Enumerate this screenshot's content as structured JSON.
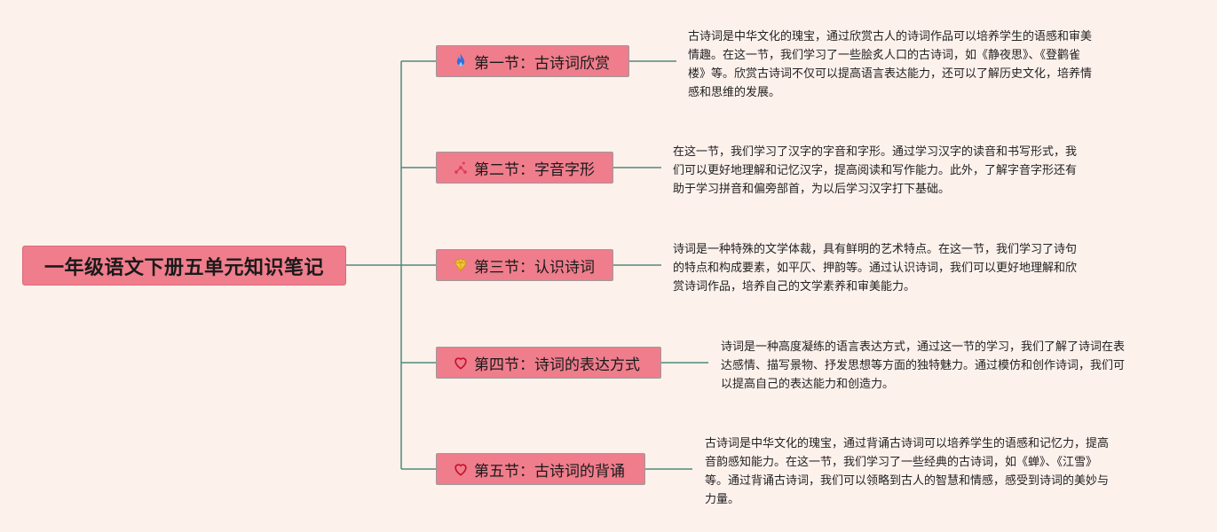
{
  "root": {
    "title": "一年级语文下册五单元知识笔记"
  },
  "branches": [
    {
      "label": "第一节：古诗词欣赏",
      "icon": "flame-icon",
      "note": "古诗词是中华文化的瑰宝，通过欣赏古人的诗词作品可以培养学生的语感和审美\n情趣。在这一节，我们学习了一些脍炙人口的古诗词，如《静夜思》、《登鹳雀\n楼》等。欣赏古诗词不仅可以提高语言表达能力，还可以了解历史文化，培养情\n感和思维的发展。"
    },
    {
      "label": "第二节：字音字形",
      "icon": "sparkle-icon",
      "note": "在这一节，我们学习了汉字的字音和字形。通过学习汉字的读音和书写形式，我\n们可以更好地理解和记忆汉字，提高阅读和写作能力。此外，了解字音字形还有\n助于学习拼音和偏旁部首，为以后学习汉字打下基础。"
    },
    {
      "label": "第三节：认识诗词",
      "icon": "diamond-icon",
      "note": "诗词是一种特殊的文学体裁，具有鲜明的艺术特点。在这一节，我们学习了诗句\n的特点和构成要素，如平仄、押韵等。通过认识诗词，我们可以更好地理解和欣\n赏诗词作品，培养自己的文学素养和审美能力。"
    },
    {
      "label": "第四节：诗词的表达方式",
      "icon": "heart-icon",
      "note": "诗词是一种高度凝练的语言表达方式，通过这一节的学习，我们了解了诗词在表\n达感情、描写景物、抒发思想等方面的独特魅力。通过模仿和创作诗词，我们可\n以提高自己的表达能力和创造力。"
    },
    {
      "label": "第五节：古诗词的背诵",
      "icon": "heart-icon",
      "note": "古诗词是中华文化的瑰宝，通过背诵古诗词可以培养学生的语感和记忆力，提高\n音韵感知能力。在这一节，我们学习了一些经典的古诗词，如《蝉》、《江雪》\n等。通过背诵古诗词，我们可以领略到古人的智慧和情感，感受到诗词的美妙与\n力量。"
    }
  ],
  "colors": {
    "background": "#fdf1ec",
    "node_fill": "#ef7d8c",
    "connector": "#4f8a7b"
  }
}
